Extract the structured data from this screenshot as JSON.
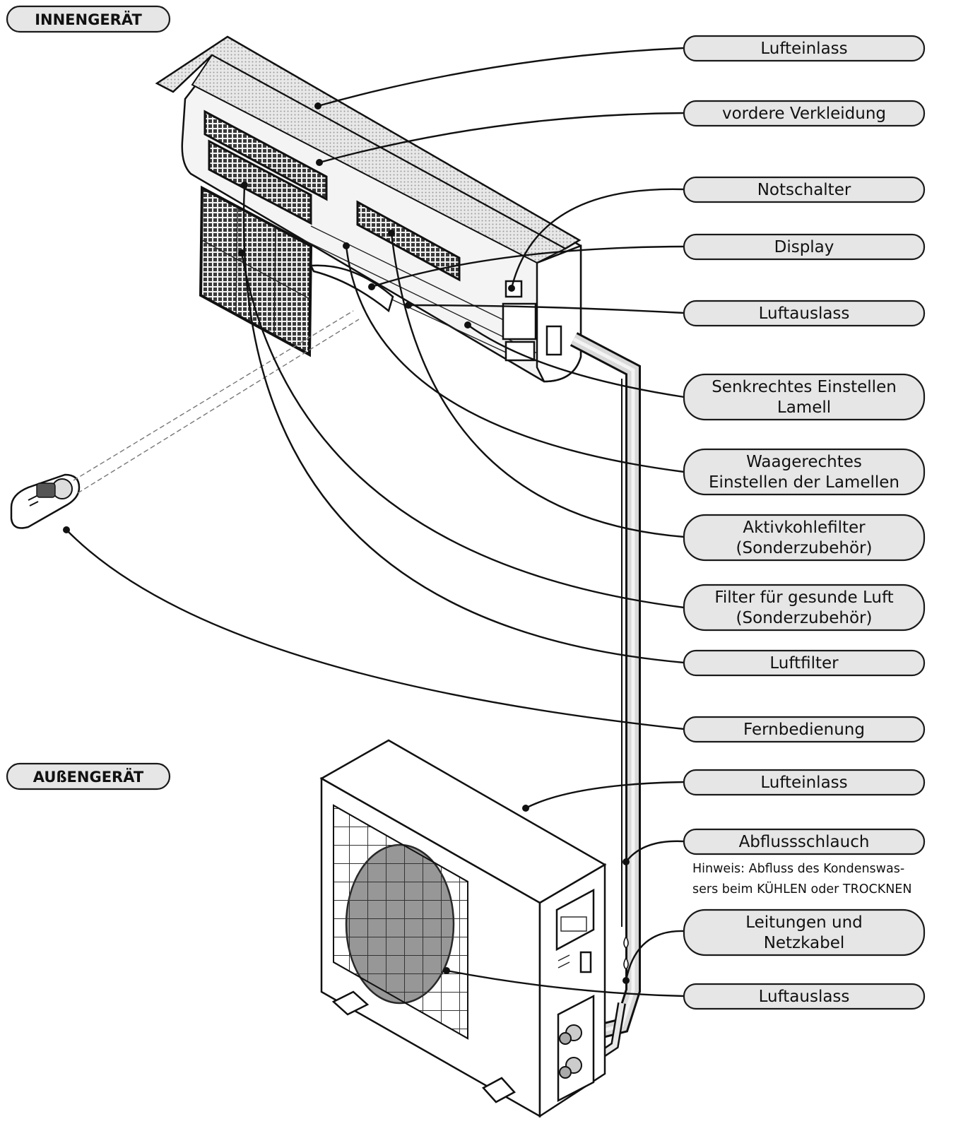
{
  "sections": {
    "indoor": "INNENGERÄT",
    "outdoor": "AUßENGERÄT"
  },
  "labels": {
    "indoor_air_inlet": [
      "Lufteinlass"
    ],
    "front_panel": [
      "vordere Verkleidung"
    ],
    "emergency_switch": [
      "Notschalter"
    ],
    "display": [
      "Display"
    ],
    "indoor_air_outlet": [
      "Luftauslass"
    ],
    "vertical_louver": [
      "Senkrechtes Einstellen",
      "Lamell"
    ],
    "horizontal_louver": [
      "Waagerechtes",
      "Einstellen der Lamellen"
    ],
    "carbon_filter": [
      "Aktivkohlefilter",
      "(Sonderzubehör)"
    ],
    "health_filter": [
      "Filter für gesunde Luft",
      "(Sonderzubehör)"
    ],
    "air_filter": [
      "Luftfilter"
    ],
    "remote_control": [
      "Fernbedienung"
    ],
    "outdoor_air_inlet": [
      "Lufteinlass"
    ],
    "drain_hose": [
      "Abflussschlauch"
    ],
    "pipes_cable": [
      "Leitungen und",
      "Netzkabel"
    ],
    "outdoor_air_outlet": [
      "Luftauslass"
    ]
  },
  "note": [
    "Hinweis: Abfluss des Kondenswas-",
    "sers beim KÜHLEN oder TROCKNEN"
  ]
}
